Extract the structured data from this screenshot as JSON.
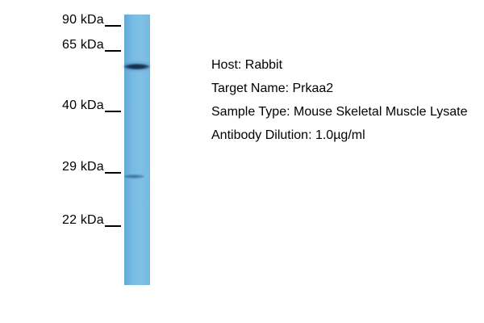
{
  "figure": {
    "background_color": "#ffffff",
    "text_color": "#000000"
  },
  "ladder": {
    "markers": [
      {
        "label": "90 kDa"
      },
      {
        "label": "65 kDa"
      },
      {
        "label": "40 kDa"
      },
      {
        "label": "29 kDa"
      },
      {
        "label": "22 kDa"
      }
    ]
  },
  "lane": {
    "color": "#6fb7e2",
    "bands": [
      {
        "intensity": "strong",
        "approx_kda": 55,
        "color": "#16304e"
      },
      {
        "intensity": "faint",
        "approx_kda": 28,
        "color": "#2e6ea0"
      }
    ]
  },
  "details": {
    "lines": [
      {
        "label": "Host",
        "value": "Rabbit",
        "text": "Host: Rabbit"
      },
      {
        "label": "Target Name",
        "value": "Prkaa2",
        "text": "Target Name: Prkaa2"
      },
      {
        "label": "Sample Type",
        "value": "Mouse Skeletal Muscle Lysate",
        "text": "Sample Type: Mouse Skeletal Muscle Lysate"
      },
      {
        "label": "Antibody Dilution",
        "value": "1.0µg/ml",
        "text": "Antibody Dilution: 1.0µg/ml"
      }
    ]
  }
}
